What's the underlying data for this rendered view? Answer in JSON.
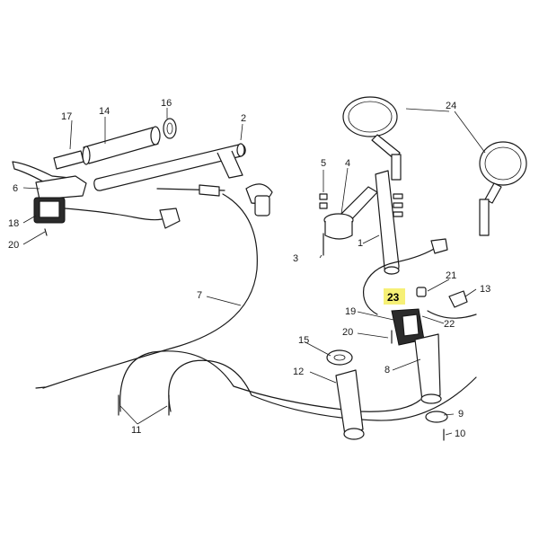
{
  "diagram": {
    "highlight_color": "#f6f076",
    "callouts": {
      "c1": "1",
      "c2": "2",
      "c3": "3",
      "c4": "4",
      "c5": "5",
      "c6": "6",
      "c7": "7",
      "c8": "8",
      "c9": "9",
      "c10": "10",
      "c11": "11",
      "c12": "12",
      "c13": "13",
      "c14": "14",
      "c15": "15",
      "c16": "16",
      "c17": "17",
      "c18": "18",
      "c19": "19",
      "c20a": "20",
      "c20b": "20",
      "c21": "21",
      "c22": "22",
      "c23": "23",
      "c24": "24"
    }
  }
}
